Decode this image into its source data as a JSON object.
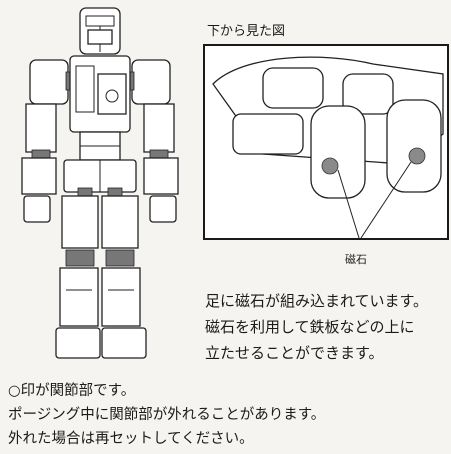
{
  "inset": {
    "title": "下から見た図",
    "magnet_label": "磁石"
  },
  "feature_text": {
    "lines": [
      "足に磁石が組み込まれています。",
      "磁石を利用して鉄板などの上に",
      "立たせることができます。"
    ]
  },
  "joint_notes": {
    "lines": [
      "○印が関節部です。",
      "ポージング中に関節部が外れることがあります。",
      "外れた場合は再セットしてください。"
    ]
  }
}
